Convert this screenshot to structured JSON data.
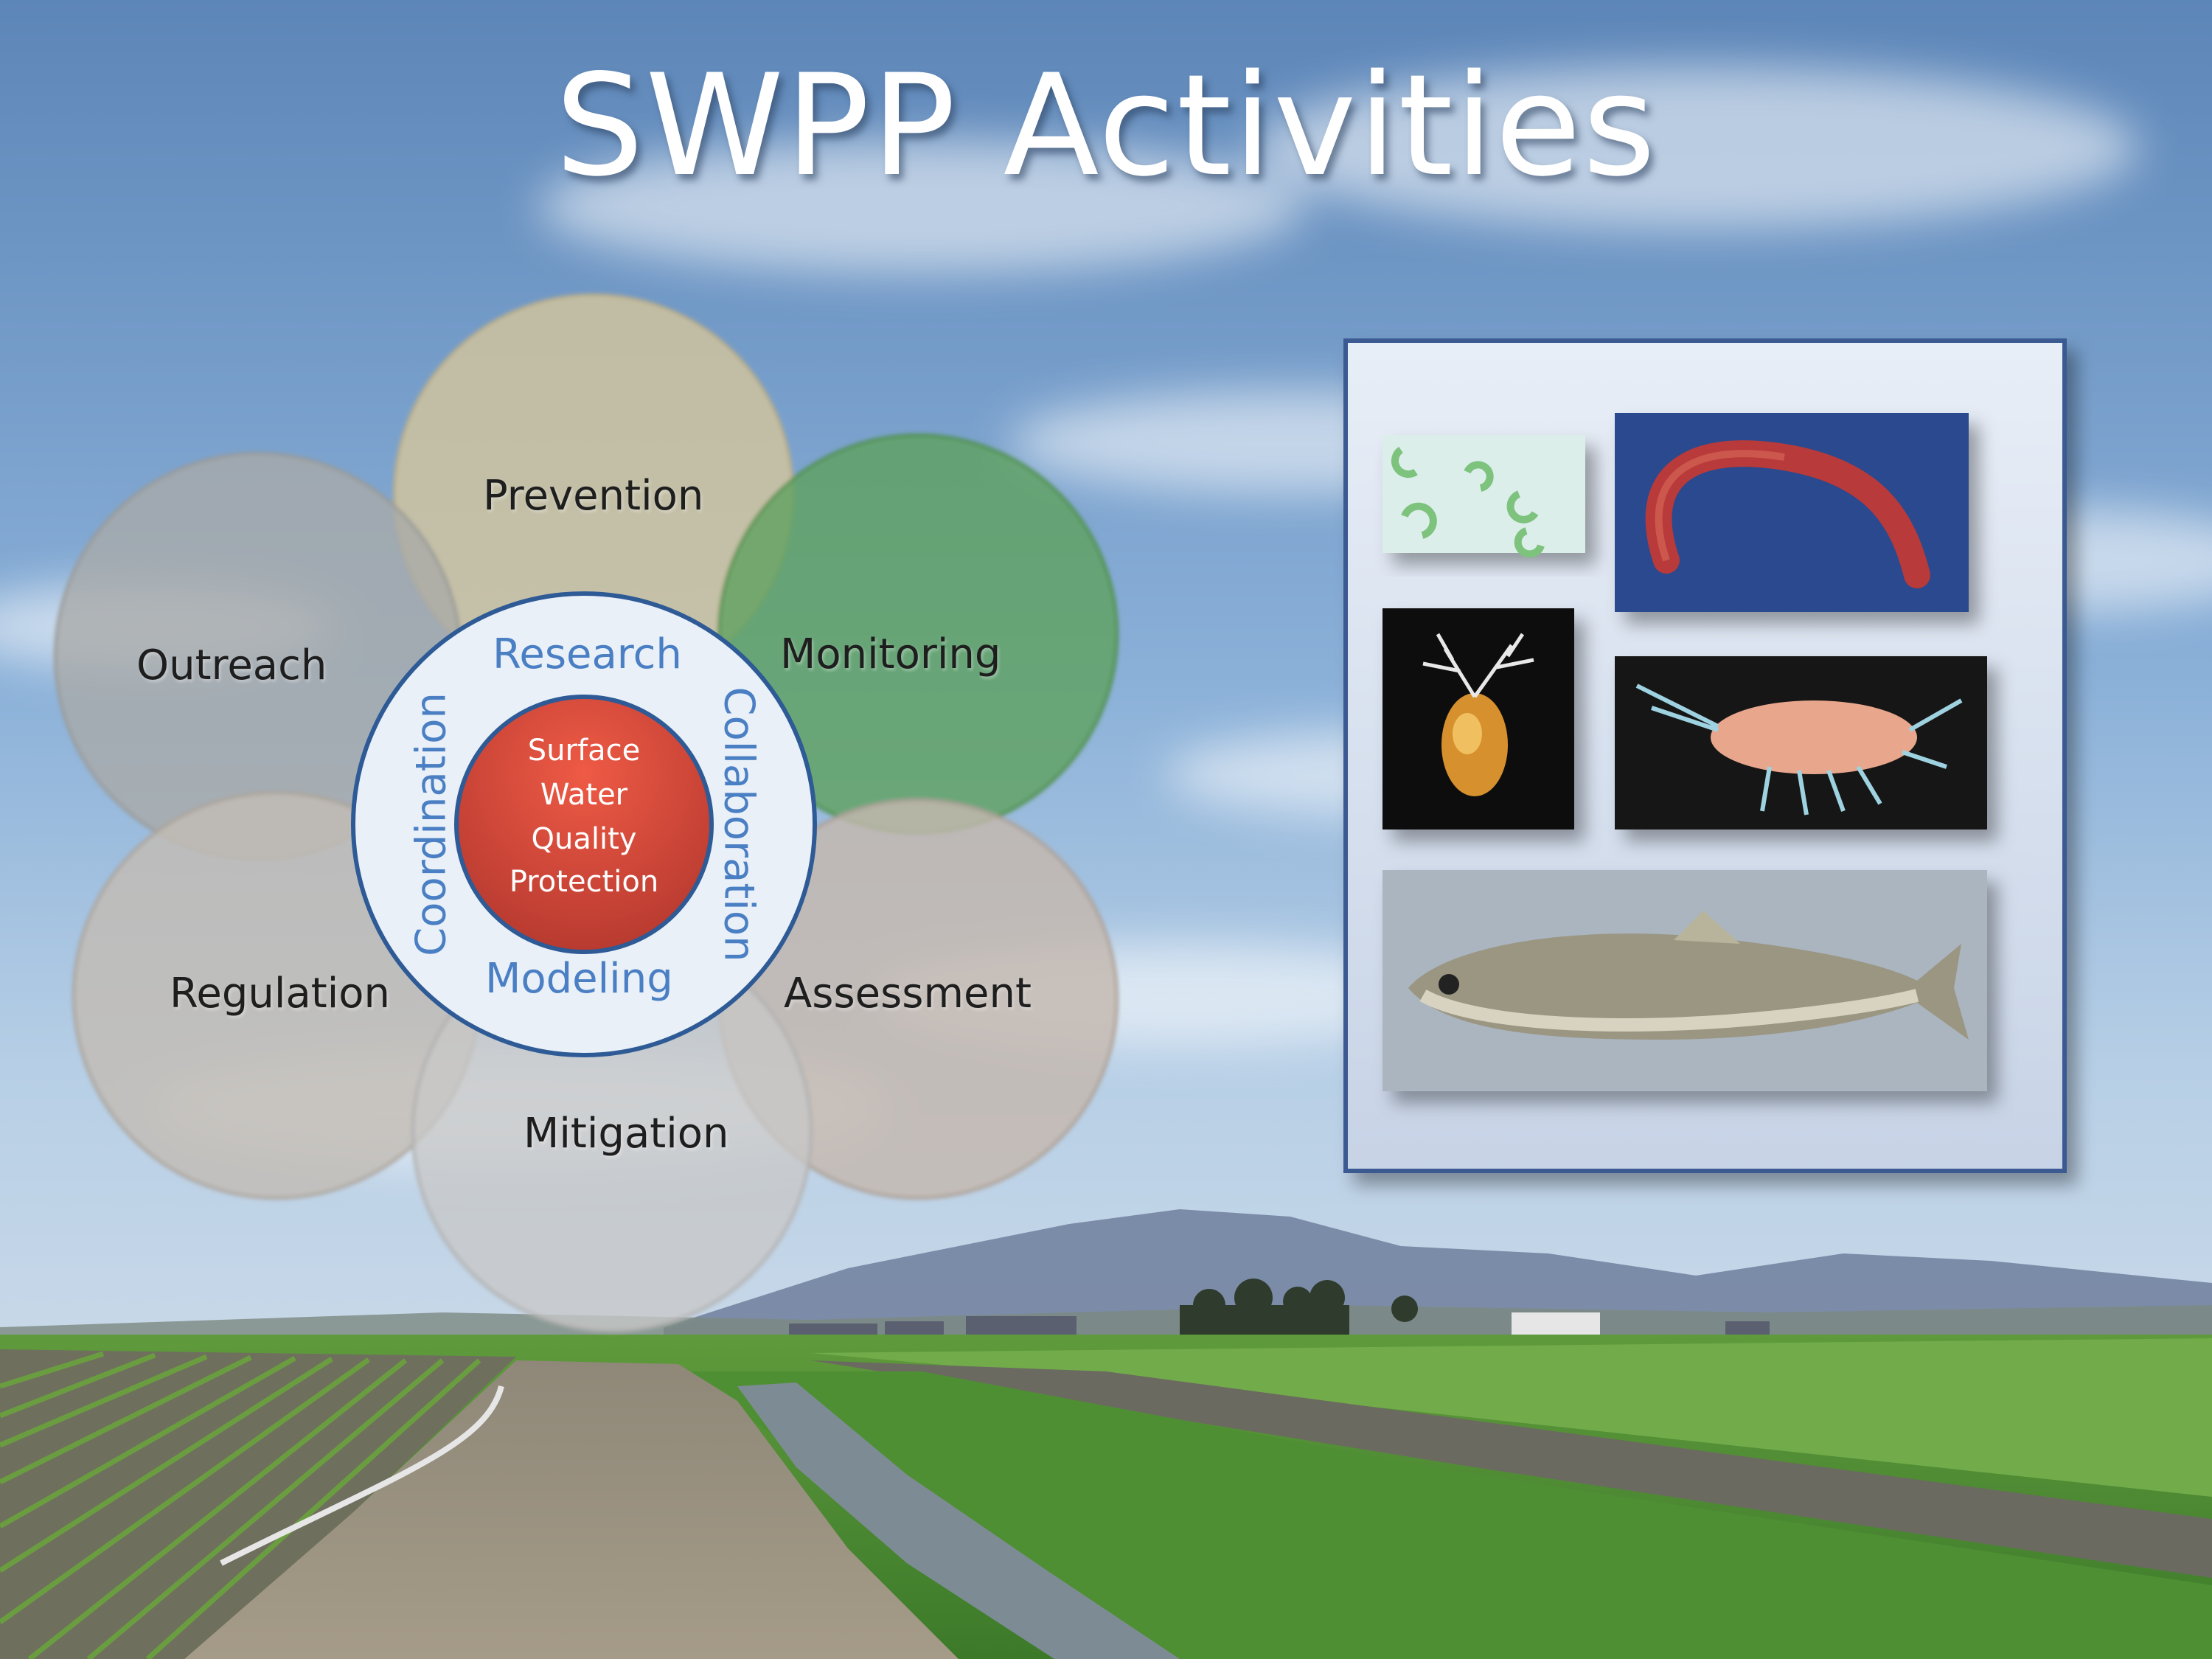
{
  "slide": {
    "title": "SWPP Activities"
  },
  "diagram": {
    "petals": [
      {
        "id": "prevention",
        "label": "Prevention",
        "color": "#d4c69c"
      },
      {
        "id": "outreach",
        "label": "Outreach",
        "color": "#a9aaa8"
      },
      {
        "id": "monitoring",
        "label": "Monitoring",
        "color": "#5fa15f"
      },
      {
        "id": "regulation",
        "label": "Regulation",
        "color": "#c2bcb4"
      },
      {
        "id": "assessment",
        "label": "Assessment",
        "color": "#c4b8ae"
      },
      {
        "id": "mitigation",
        "label": "Mitigation",
        "color": "#c8c8c8"
      }
    ],
    "ring": {
      "top": "Research",
      "bottom": "Modeling",
      "left": "Coordination",
      "right": "Collaboration",
      "color": "#4a7fc4"
    },
    "core": {
      "lines": [
        "Surface",
        "Water",
        "Quality",
        "Protection"
      ],
      "color": "#d8443a"
    }
  },
  "photo_panel": {
    "icons": [
      "algae-photo",
      "midge-larva-photo",
      "water-flea-photo",
      "amphipod-photo",
      "fish-photo"
    ]
  }
}
